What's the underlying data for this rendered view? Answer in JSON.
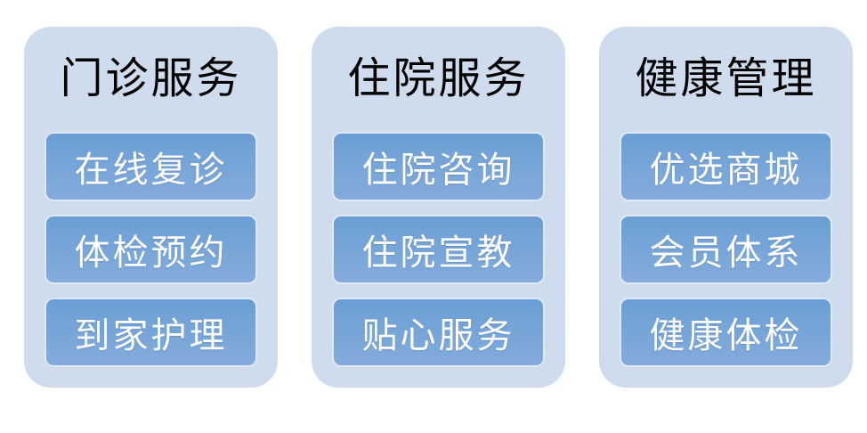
{
  "diagram": {
    "type": "service-category-diagram",
    "colors": {
      "page_background": "#ffffff",
      "card_background": "#cfdcee",
      "item_background": "#74a3d7",
      "item_border": "#dfe9f5",
      "title_text": "#000000",
      "item_text": "#ffffff"
    },
    "columns": [
      {
        "title": "门诊服务",
        "items": [
          "在线复诊",
          "体检预约",
          "到家护理"
        ]
      },
      {
        "title": "住院服务",
        "items": [
          "住院咨询",
          "住院宣教",
          "贴心服务"
        ]
      },
      {
        "title": "健康管理",
        "items": [
          "优选商城",
          "会员体系",
          "健康体检"
        ]
      }
    ]
  }
}
